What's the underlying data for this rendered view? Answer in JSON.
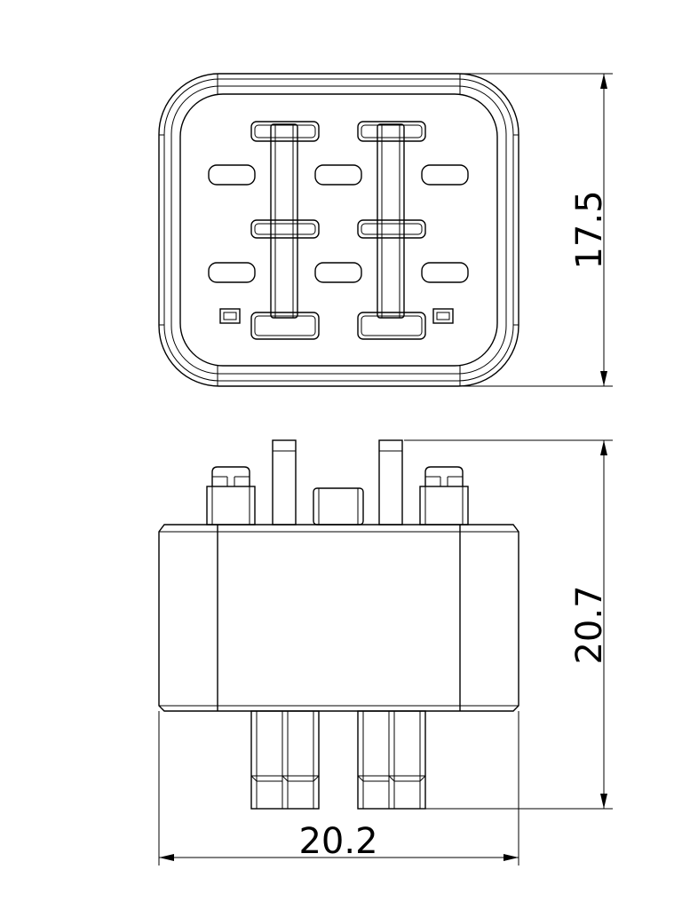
{
  "dimensions": {
    "top_view_height": "17.5",
    "side_view_height": "20.7",
    "side_view_width": "20.2"
  }
}
